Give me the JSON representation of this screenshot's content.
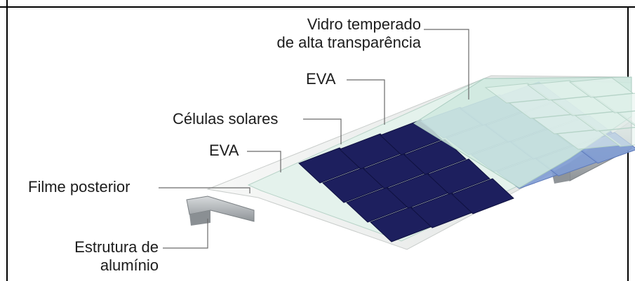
{
  "labels": {
    "vidro_line1": "Vidro temperado",
    "vidro_line2": "de alta transparência",
    "eva_top": "EVA",
    "celulas": "Células solares",
    "eva_bottom": "EVA",
    "filme": "Filme posterior",
    "estrutura_line1": "Estrutura de",
    "estrutura_line2": "alumínio"
  },
  "colors": {
    "border": "#000000",
    "leader_line": "#6a6a6a",
    "cell_dark": "#1d1f5e",
    "cell_light": "#7f9cd4",
    "glass": "#cfe9df",
    "eva_sheet": "#e4f2ec",
    "backsheet": "#f1f2f1",
    "aluminum": "#9da2a6"
  }
}
